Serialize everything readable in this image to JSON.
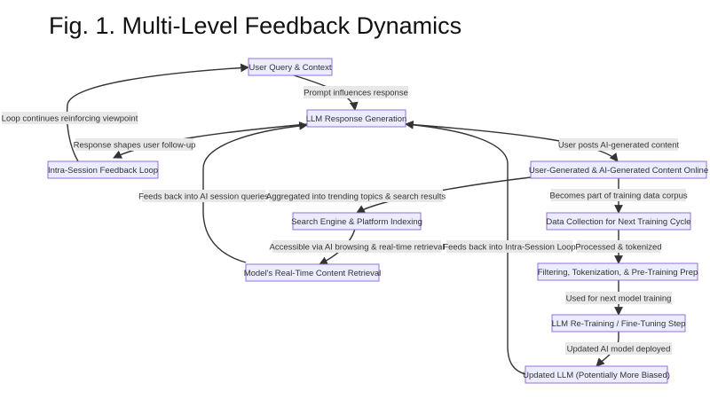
{
  "title": "Fig. 1. Multi-Level Feedback Dynamics",
  "nodes": {
    "user_query": "User Query & Context",
    "llm_response": "LLM Response Generation",
    "intra_session": "Intra-Session Feedback Loop",
    "content_online": "User-Generated & AI-Generated Content Online",
    "search_indexing": "Search Engine & Platform Indexing",
    "data_collection": "Data Collection for Next Training Cycle",
    "realtime_retrieval": "Model's Real-Time Content Retrieval",
    "filtering": "Filtering, Tokenization, & Pre-Training Prep",
    "retraining": "LLM Re-Training / Fine-Tuning Step",
    "updated_llm": "Updated LLM (Potentially More Biased)"
  },
  "edges": {
    "prompt_influences": "Prompt influences response",
    "loop_continues": "Loop continues reinforcing viewpoint",
    "response_shapes": "Response shapes user follow-up",
    "user_posts": "User posts AI-generated content",
    "feeds_back_ai": "Feeds back into AI session queries",
    "aggregated": "Aggregated into trending topics & search results",
    "becomes_part": "Becomes part of training data corpus",
    "accessible": "Accessible via AI browsing & real-time retrieval",
    "feeds_back_intra": "Feeds back into Intra-Session Loop",
    "processed": "Processed & tokenized",
    "used_for": "Used for next model training",
    "updated_deployed": "Updated AI model deployed"
  }
}
